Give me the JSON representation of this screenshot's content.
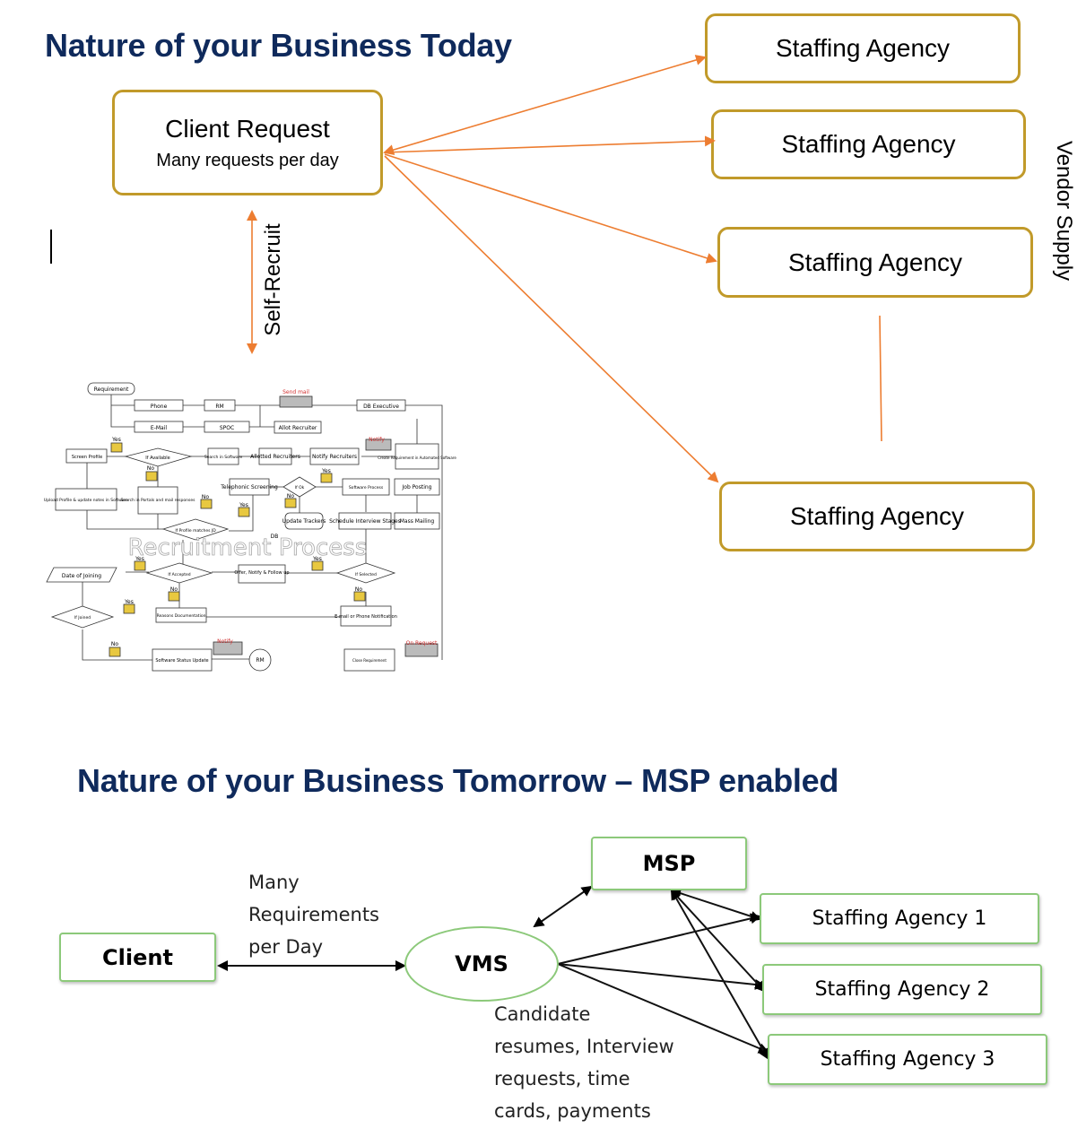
{
  "today": {
    "heading": "Nature of your Business Today",
    "client_box": {
      "title": "Client Request",
      "subtitle": "Many requests per day"
    },
    "agencies": [
      "Staffing Agency",
      "Staffing Agency",
      "Staffing Agency",
      "Staffing Agency"
    ],
    "self_recruit_label": "Self-Recruit",
    "vendor_supply_label": "Vendor Supply",
    "flowchart": {
      "watermark": "Recruitment Process",
      "labels": {
        "requirement": "Requirement",
        "phone": "Phone",
        "email": "E-Mail",
        "rm": "RM",
        "spoc": "SPOC",
        "send_mail": "Send mail",
        "allot_recruiter": "Allot Recruiter",
        "db_executive": "DB Executive",
        "notify": "Notify",
        "create_req": "Create Requirement in Automated Software",
        "notify_recruiters": "Notify Recruiters",
        "allotted_recruiters": "Allotted Recruiters",
        "search_software": "Search in Software",
        "if_available": "If Available",
        "screen_profile": "Screen Profile",
        "yes": "Yes",
        "no": "No",
        "upload_profile": "Upload Profile & update notes in Software",
        "search_portals": "Search in Portals and mail responses",
        "telephonic": "Telephonic Screening",
        "if_ok": "If Ok",
        "software_process": "Software Process",
        "job_posting": "Job Posting",
        "if_profile": "If Profile matches JD",
        "update_trackers": "Update Trackers",
        "schedule": "Schedule Interview Stages",
        "mass_mailing": "Mass Mailing",
        "db": "DB",
        "date_joining": "Date of Joining",
        "if_accepted": "If Accepted",
        "offer": "Offer, Notify & Follow up",
        "if_selected": "If Selected",
        "if_joined": "If Joined",
        "reasons": "Reasons Documentation",
        "email_phone": "E-mail or Phone Notification",
        "software_status": "Software Status Update",
        "on_request": "On Request",
        "close_req": "Close Requirement"
      }
    }
  },
  "tomorrow": {
    "heading": "Nature of your Business Tomorrow – MSP enabled",
    "client": "Client",
    "vms": "VMS",
    "msp": "MSP",
    "agencies": [
      "Staffing Agency 1",
      "Staffing Agency 2",
      "Staffing Agency 3"
    ],
    "requirements_note": [
      "Many",
      "Requirements",
      "per Day"
    ],
    "candidate_note": [
      "Candidate",
      "resumes, Interview",
      "requests, time",
      "cards, payments"
    ]
  },
  "colors": {
    "gold": "#c19a2a",
    "orange_arrow": "#ed7d31",
    "green": "#8cc97a",
    "navy": "#0f2a5c"
  }
}
